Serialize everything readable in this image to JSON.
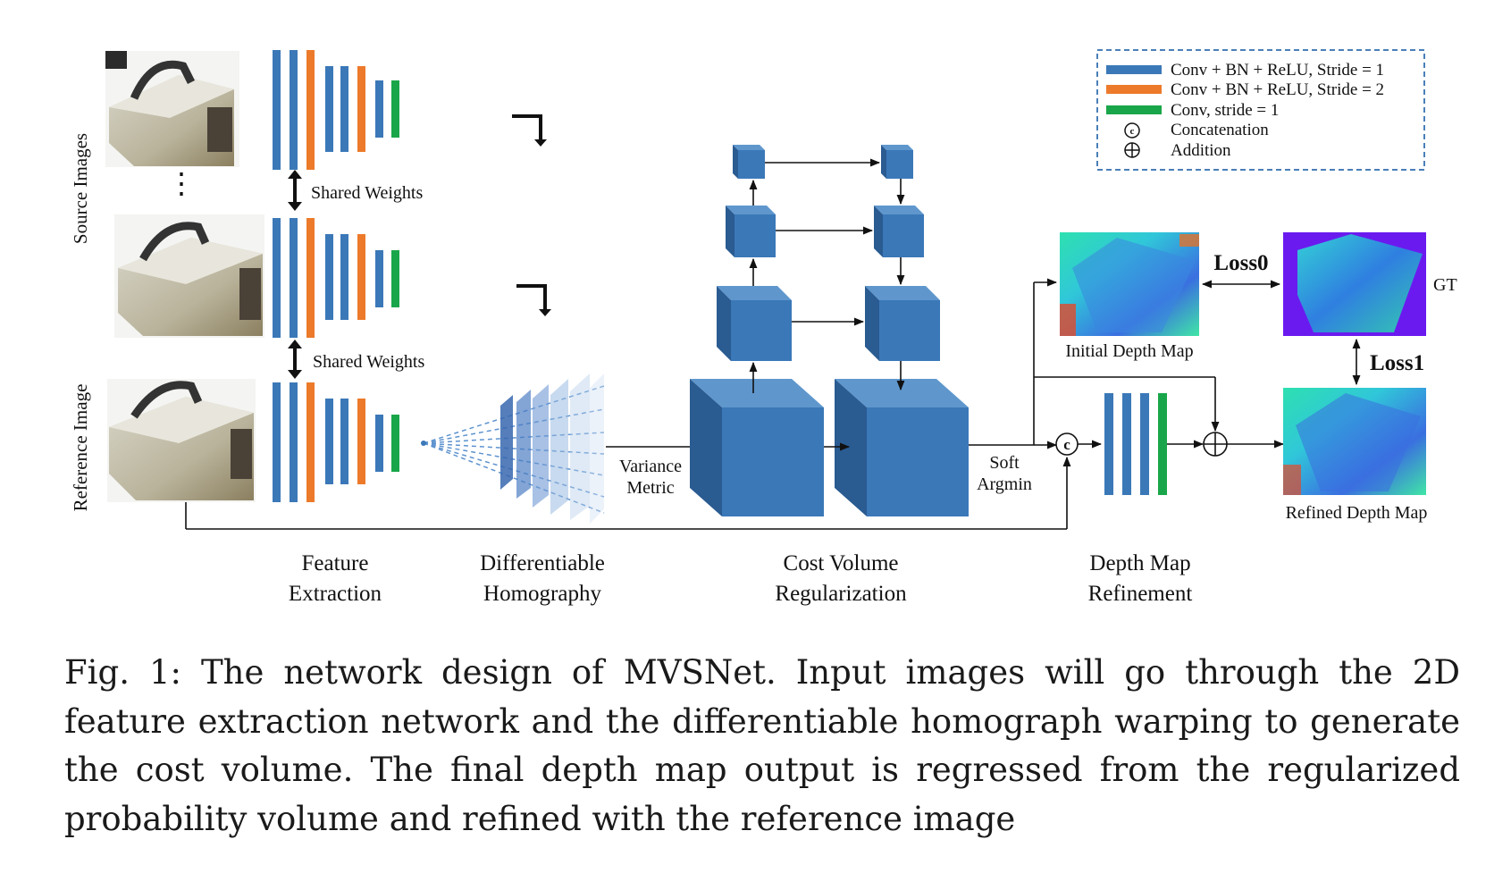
{
  "colors": {
    "conv_stride1": "#3b78b8",
    "conv_stride2": "#ec7a2a",
    "conv_plain": "#19a64a",
    "cube_front": "#3b78b8",
    "cube_top": "#5f97cd",
    "cube_side": "#2a5b91",
    "legend_border": "#4a7fb8"
  },
  "labels": {
    "source_images": "Source Images",
    "reference_image": "Reference Image",
    "shared_weights_1": "Shared Weights",
    "shared_weights_2": "Shared Weights",
    "variance_metric_1": "Variance",
    "variance_metric_2": "Metric",
    "soft_argmin_1": "Soft",
    "soft_argmin_2": "Argmin",
    "initial_depth_map": "Initial Depth Map",
    "refined_depth_map": "Refined Depth Map",
    "gt": "GT",
    "loss0": "Loss0",
    "loss1": "Loss1",
    "concat_symbol": "c",
    "dots": "⋮"
  },
  "legend": {
    "items": [
      {
        "label": "Conv + BN + ReLU, Stride = 1"
      },
      {
        "label": "Conv + BN + ReLU, Stride = 2"
      },
      {
        "label": "Conv, stride = 1"
      },
      {
        "label": "Concatenation"
      },
      {
        "label": "Addition"
      }
    ]
  },
  "stages": {
    "feature_extraction_1": "Feature",
    "feature_extraction_2": "Extraction",
    "homography_1": "Differentiable",
    "homography_2": "Homography",
    "cost_volume_1": "Cost Volume",
    "cost_volume_2": "Regularization",
    "depth_refinement_1": "Depth Map",
    "depth_refinement_2": "Refinement"
  },
  "caption": "Fig. 1: The network design of MVSNet. Input images will go through the 2D feature extraction network and the differentiable homograph warping to generate the cost volume. The final depth map output is regressed from the regularized probability volume and refined with the reference image"
}
